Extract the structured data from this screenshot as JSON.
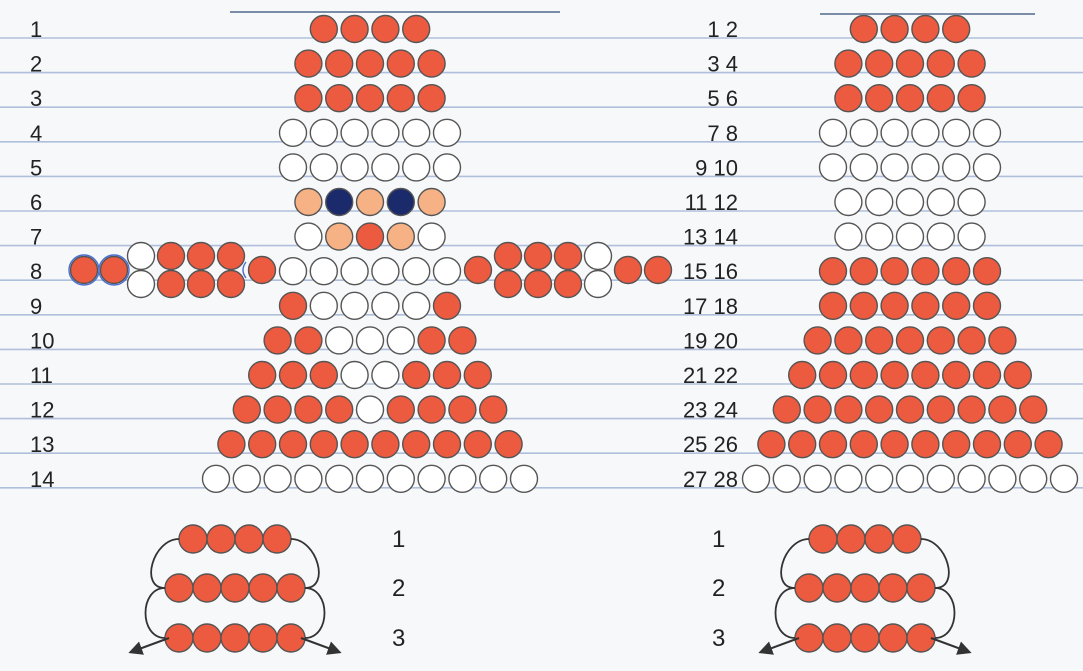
{
  "colors": {
    "red": "#ec5a3f",
    "white": "#ffffff",
    "skin": "#f6b184",
    "navy": "#1b2a6b",
    "bead_outline": "#555555",
    "ruling": "#b0bfdc"
  },
  "front_view": {
    "row_labels": [
      "1",
      "2",
      "3",
      "4",
      "5",
      "6",
      "7",
      "8",
      "9",
      "10",
      "11",
      "12",
      "13",
      "14"
    ],
    "rows": [
      [
        "R",
        "R",
        "R",
        "R"
      ],
      [
        "R",
        "R",
        "R",
        "R",
        "R"
      ],
      [
        "R",
        "R",
        "R",
        "R",
        "R"
      ],
      [
        "W",
        "W",
        "W",
        "W",
        "W",
        "W"
      ],
      [
        "W",
        "W",
        "W",
        "W",
        "W",
        "W"
      ],
      [
        "S",
        "B",
        "S",
        "B",
        "S"
      ],
      [
        "W",
        "S",
        "R",
        "S",
        "W"
      ],
      [
        "W",
        "W",
        "W",
        "W",
        "W",
        "W"
      ],
      [
        "R",
        "W",
        "W",
        "W",
        "W",
        "R"
      ],
      [
        "R",
        "R",
        "W",
        "W",
        "W",
        "R",
        "R"
      ],
      [
        "R",
        "R",
        "R",
        "W",
        "W",
        "R",
        "R",
        "R"
      ],
      [
        "R",
        "R",
        "R",
        "R",
        "W",
        "R",
        "R",
        "R",
        "R"
      ],
      [
        "R",
        "R",
        "R",
        "R",
        "R",
        "R",
        "R",
        "R",
        "R",
        "R"
      ],
      [
        "W",
        "W",
        "W",
        "W",
        "W",
        "W",
        "W",
        "W",
        "W",
        "W",
        "W"
      ]
    ],
    "arms": {
      "left_upper": [
        "W",
        "R",
        "R",
        "R"
      ],
      "left_lower": [
        "W",
        "R",
        "R",
        "R"
      ],
      "left_hand": [
        "R",
        "R"
      ],
      "right_upper": [
        "R",
        "R",
        "R",
        "W"
      ],
      "right_lower": [
        "R",
        "R",
        "R",
        "W"
      ],
      "right_hand": [
        "R",
        "R"
      ],
      "connectors": [
        "R",
        "R"
      ]
    }
  },
  "side_view": {
    "row_labels": [
      "1 2",
      "3 4",
      "5 6",
      "7 8",
      "9 10",
      "11 12",
      "13 14",
      "15 16",
      "17 18",
      "19 20",
      "21 22",
      "23 24",
      "25 26",
      "27 28"
    ],
    "rows": [
      [
        "R",
        "R",
        "R",
        "R"
      ],
      [
        "R",
        "R",
        "R",
        "R",
        "R"
      ],
      [
        "R",
        "R",
        "R",
        "R",
        "R"
      ],
      [
        "W",
        "W",
        "W",
        "W",
        "W",
        "W"
      ],
      [
        "W",
        "W",
        "W",
        "W",
        "W",
        "W"
      ],
      [
        "W",
        "W",
        "W",
        "W",
        "W"
      ],
      [
        "W",
        "W",
        "W",
        "W",
        "W"
      ],
      [
        "R",
        "R",
        "R",
        "R",
        "R",
        "R"
      ],
      [
        "R",
        "R",
        "R",
        "R",
        "R",
        "R"
      ],
      [
        "R",
        "R",
        "R",
        "R",
        "R",
        "R",
        "R"
      ],
      [
        "R",
        "R",
        "R",
        "R",
        "R",
        "R",
        "R",
        "R"
      ],
      [
        "R",
        "R",
        "R",
        "R",
        "R",
        "R",
        "R",
        "R",
        "R"
      ],
      [
        "R",
        "R",
        "R",
        "R",
        "R",
        "R",
        "R",
        "R",
        "R",
        "R"
      ],
      [
        "W",
        "W",
        "W",
        "W",
        "W",
        "W",
        "W",
        "W",
        "W",
        "W",
        "W"
      ]
    ]
  },
  "technique_left": {
    "step_labels": [
      "1",
      "2",
      "3"
    ],
    "rows": [
      [
        "R",
        "R",
        "R",
        "R"
      ],
      [
        "R",
        "R",
        "R",
        "R",
        "R"
      ],
      [
        "R",
        "R",
        "R",
        "R",
        "R"
      ]
    ]
  },
  "technique_right": {
    "step_labels": [
      "1",
      "2",
      "3"
    ],
    "rows": [
      [
        "R",
        "R",
        "R",
        "R"
      ],
      [
        "R",
        "R",
        "R",
        "R",
        "R"
      ],
      [
        "R",
        "R",
        "R",
        "R",
        "R"
      ]
    ]
  }
}
